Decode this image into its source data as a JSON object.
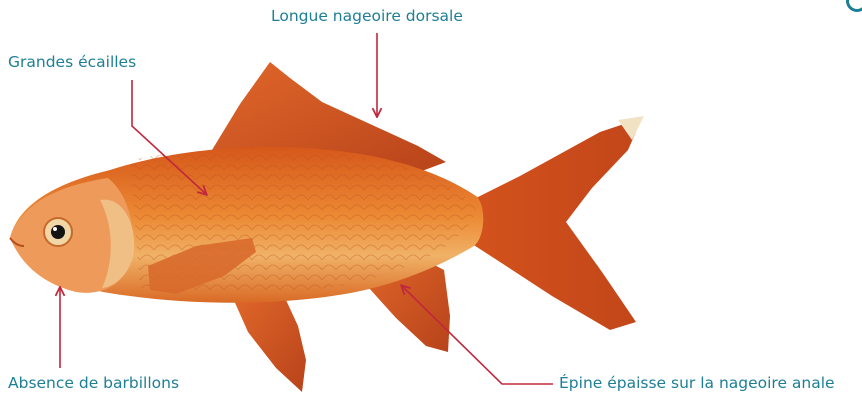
{
  "colors": {
    "label_text": "#1d7f95",
    "pointer": "#c0283d",
    "fish_body": "#e8731f",
    "fish_belly": "#f3c07a",
    "fin": "#d8541d",
    "fin_tip": "#f2e2c4"
  },
  "labels": {
    "dorsal": "Longue nageoire dorsale",
    "scales": "Grandes écailles",
    "barbels": "Absence de barbillons",
    "anal_spine": "Épine épaisse sur la nageoire anale"
  },
  "icons": [
    "goldfish-illustration",
    "arrow-icon"
  ]
}
